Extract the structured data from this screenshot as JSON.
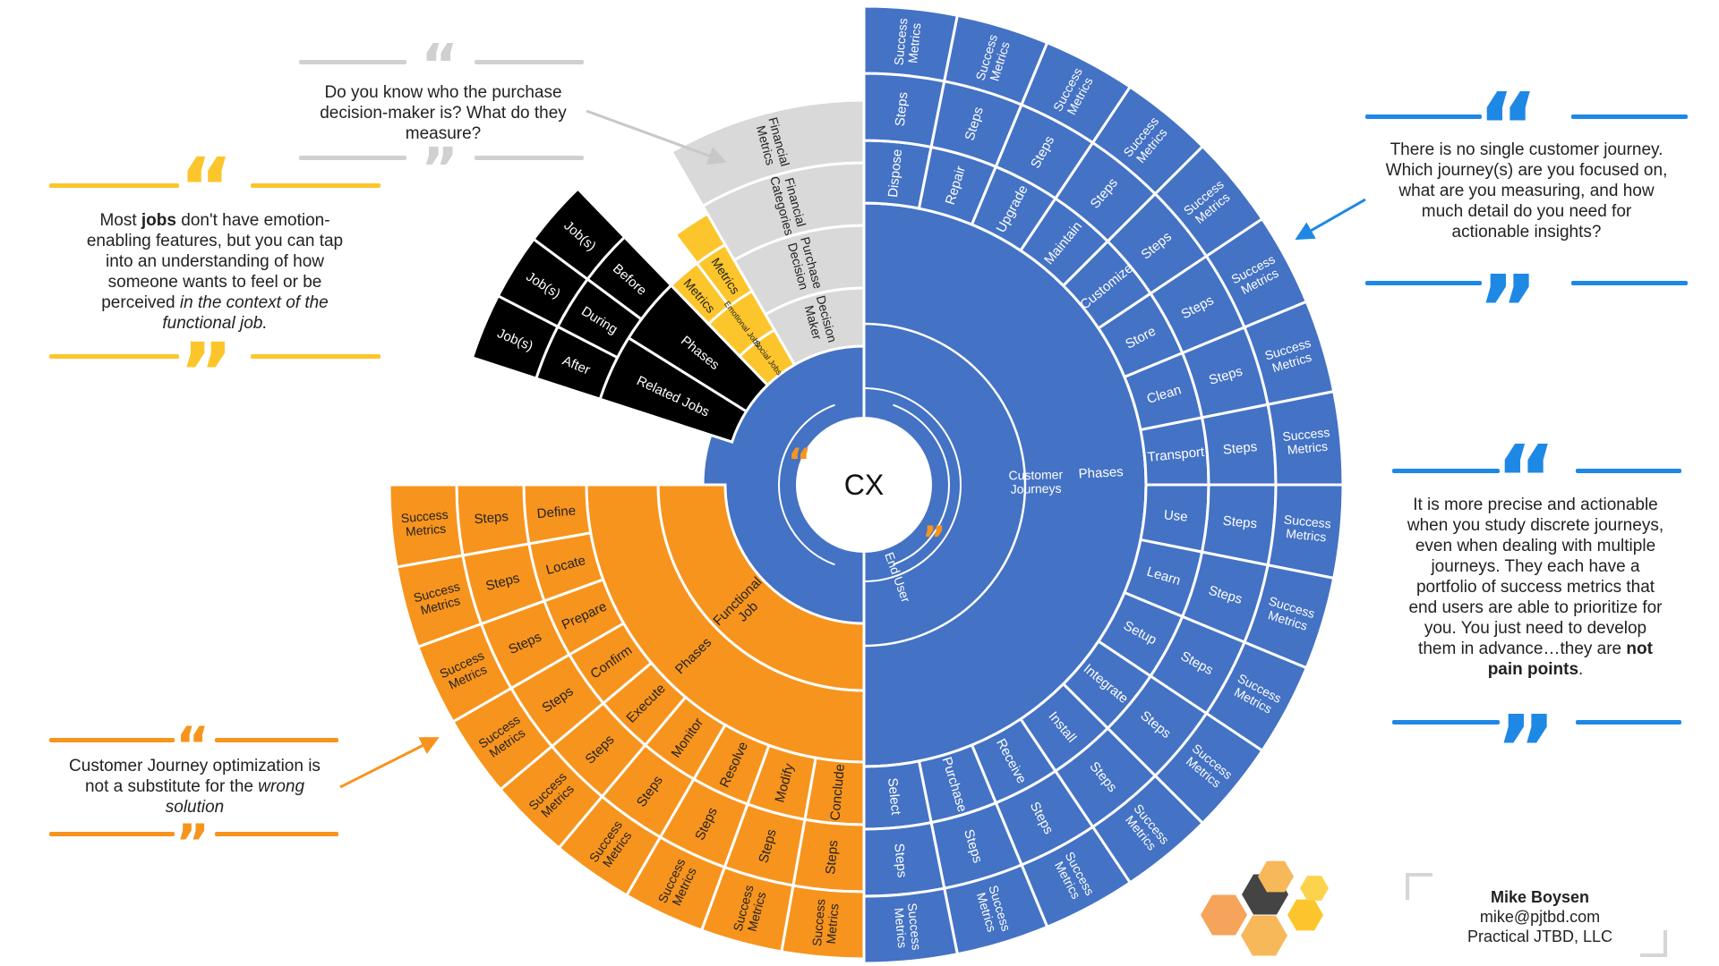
{
  "center": {
    "label": "CX"
  },
  "colors": {
    "blue": "#4472c4",
    "orange": "#f7941d",
    "black": "#000000",
    "yellow": "#fcc52b",
    "grey": "#d9d9d9",
    "quote_blue": "#1e88e5",
    "quote_orange": "#f7941d",
    "quote_yellow": "#fcc52b",
    "quote_grey": "#d0d0d0"
  },
  "wheel": {
    "inner_labels": {
      "end_user": "End User",
      "customer_journeys": "Customer Journeys",
      "phases": "Phases",
      "functional_job": "Functional Job",
      "functional_phases": "Phases"
    },
    "blue_phases": [
      "Dispose",
      "Repair",
      "Upgrade",
      "Maintain",
      "Customize",
      "Store",
      "Clean",
      "Transport",
      "Use",
      "Learn",
      "Setup",
      "Integrate",
      "Install",
      "Receive",
      "Purchase",
      "Select"
    ],
    "blue_steps": "Steps",
    "blue_metrics": "Success Metrics",
    "orange_phases": [
      "Define",
      "Locate",
      "Prepare",
      "Confirm",
      "Execute",
      "Monitor",
      "Resolve",
      "Modify",
      "Conclude"
    ],
    "orange_steps": "Steps",
    "orange_metrics": "Success Metrics",
    "black": {
      "phases": "Phases",
      "related_jobs": "Related Jobs",
      "stages": [
        "After",
        "During",
        "Before"
      ],
      "jobs": "Job(s)"
    },
    "yellow": {
      "metrics_outer": "Metrics",
      "metrics_inner": "Metrics",
      "emotional": "Emotional Jobs",
      "social": "Social Jobs"
    },
    "grey": {
      "decision_maker": "Decision Maker",
      "purchase_decision": "Purchase Decision",
      "financial_categories": "Financial Categories",
      "financial_metrics": "Financial Metrics"
    }
  },
  "quotes": {
    "grey": "Do you know who the purchase decision-maker is? What do they measure?",
    "yellow_html": "Most <b>jobs</b> don't have emotion-enabling features, but you can tap into an understanding of how someone wants to feel or be perceived <i>in the context of the functional job.</i>",
    "orange_html": "Customer Journey optimization is not a substitute for the <i>wrong solution</i>",
    "blue_top": "There is no single customer journey. Which journey(s) are you focused on, what are you measuring, and how much detail do you need for actionable insights?",
    "blue_bottom_html": "It is more precise and actionable when you study discrete journeys, even when dealing with multiple journeys. They each have a portfolio of success metrics that end users are able to prioritize for you. You just need to develop them in advance…they are <b>not pain points</b>."
  },
  "author": {
    "name": "Mike Boysen",
    "email": "mike@pjtbd.com",
    "company": "Practical JTBD, LLC"
  }
}
